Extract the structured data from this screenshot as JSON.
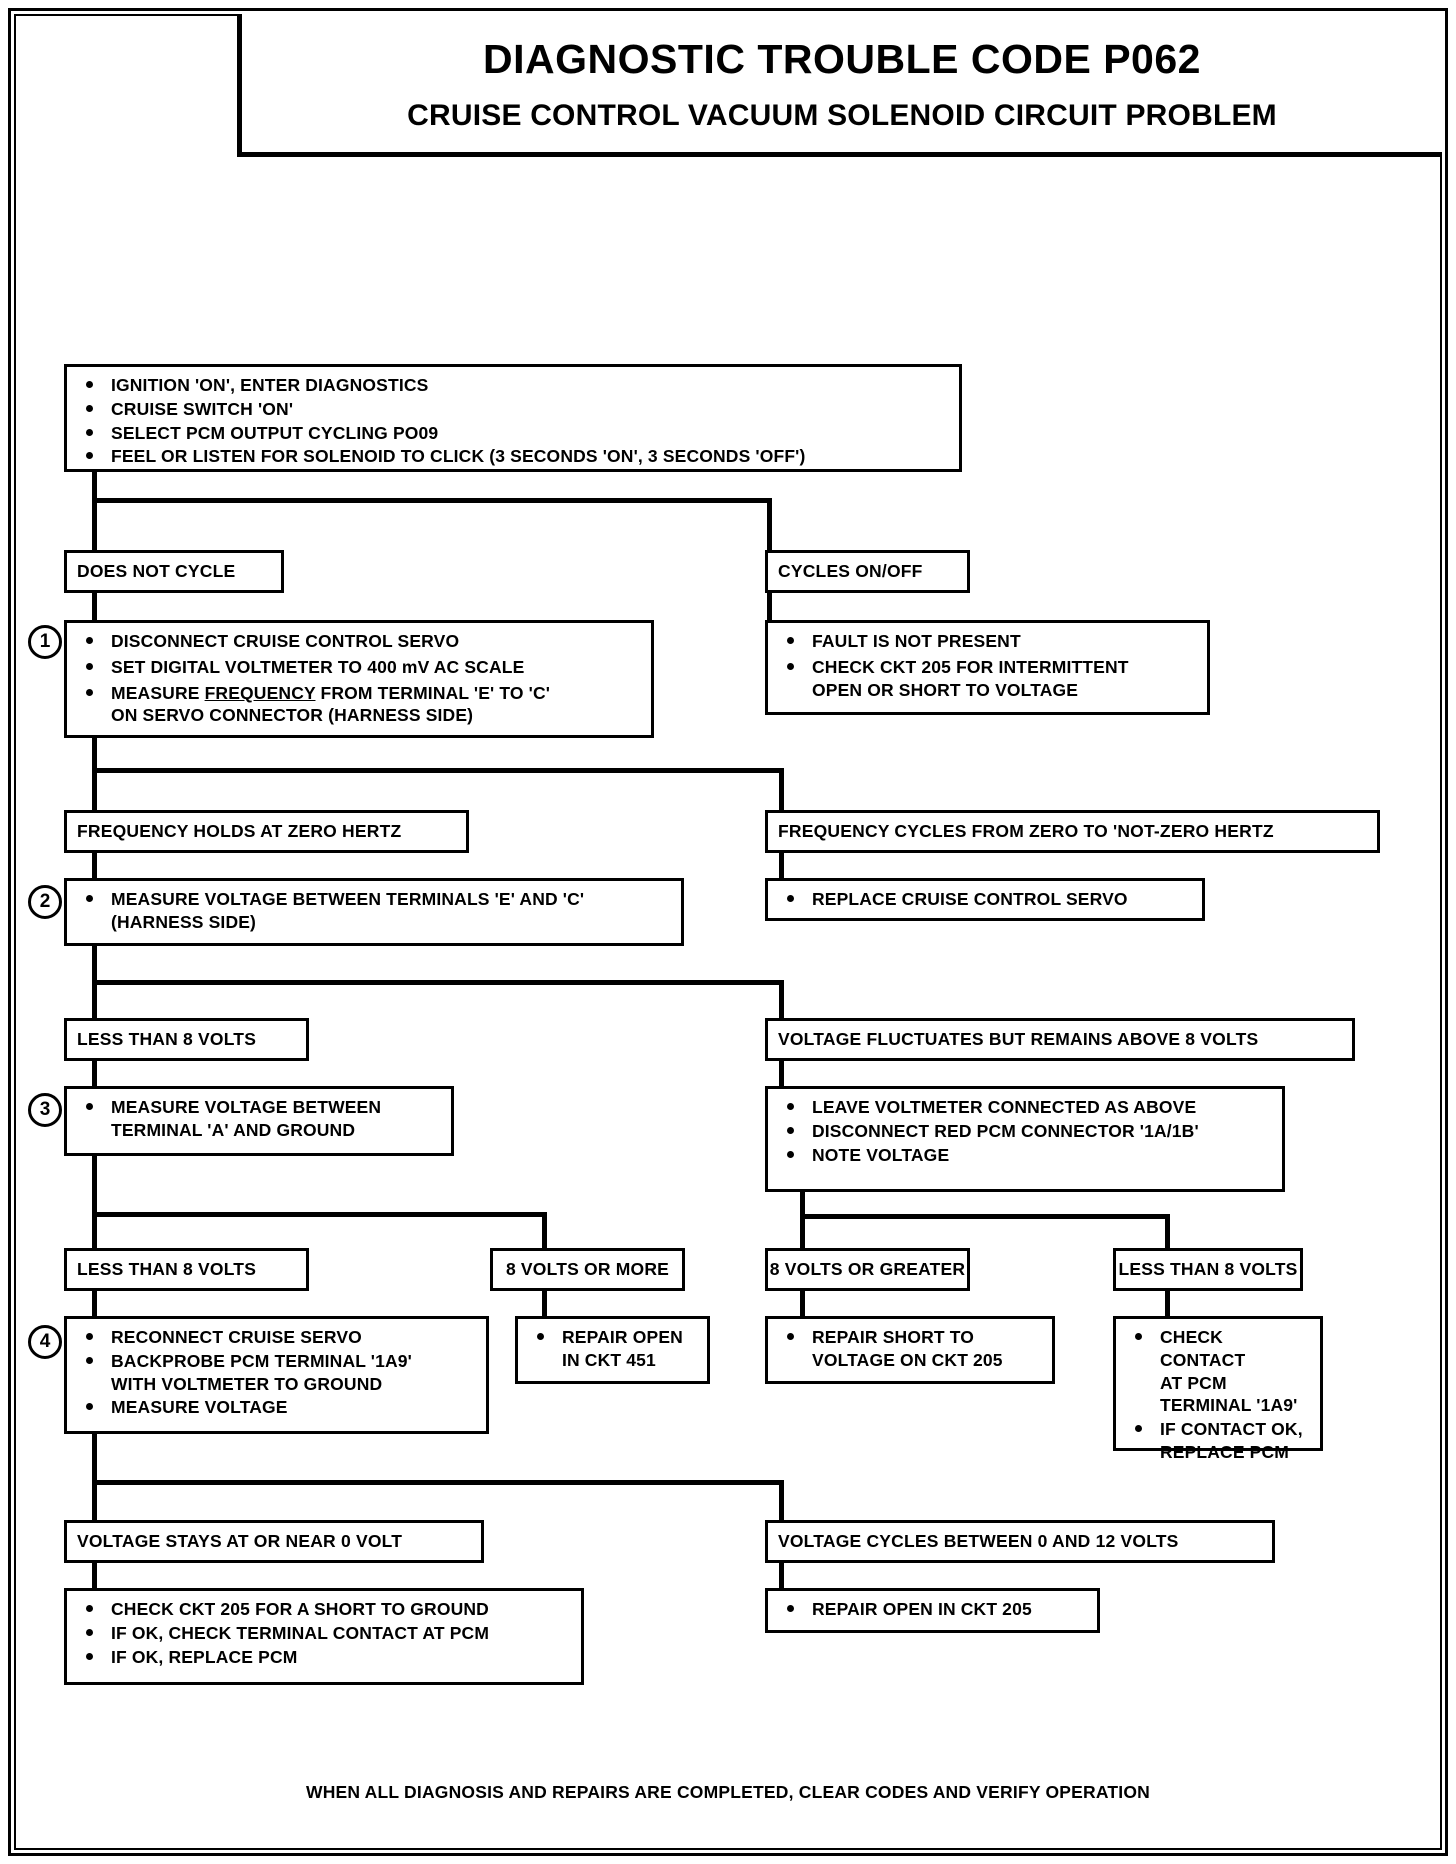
{
  "header": {
    "title": "DIAGNOSTIC TROUBLE CODE P062",
    "subtitle": "CRUISE CONTROL VACUUM SOLENOID CIRCUIT PROBLEM"
  },
  "steps": {
    "n1": "1",
    "n2": "2",
    "n3": "3",
    "n4": "4"
  },
  "intro": {
    "b1": "IGNITION 'ON', ENTER DIAGNOSTICS",
    "b2": "CRUISE SWITCH 'ON'",
    "b3": "SELECT PCM OUTPUT CYCLING PO09",
    "b4": "FEEL OR LISTEN FOR SOLENOID TO CLICK (3 SECONDS 'ON', 3 SECONDS 'OFF')"
  },
  "level1": {
    "left_label": "DOES NOT CYCLE",
    "right_label": "CYCLES ON/OFF",
    "left_b1": "DISCONNECT CRUISE CONTROL SERVO",
    "left_b2": "SET DIGITAL VOLTMETER TO 400 mV AC SCALE",
    "left_b3_pre": "MEASURE ",
    "left_b3_underline": "FREQUENCY",
    "left_b3_post": " FROM TERMINAL 'E' TO 'C'",
    "left_b3_line2": "ON SERVO CONNECTOR (HARNESS SIDE)",
    "right_b1": "FAULT IS NOT PRESENT",
    "right_b2": "CHECK CKT 205 FOR INTERMITTENT",
    "right_b2_line2": "OPEN OR SHORT TO VOLTAGE"
  },
  "level2": {
    "left_label": "FREQUENCY HOLDS AT ZERO HERTZ",
    "right_label": "FREQUENCY CYCLES FROM ZERO TO 'NOT-ZERO HERTZ",
    "left_b1": "MEASURE VOLTAGE BETWEEN TERMINALS 'E' AND 'C'",
    "left_b1_line2": "(HARNESS SIDE)",
    "right_b1": "REPLACE CRUISE CONTROL SERVO"
  },
  "level3": {
    "left_label": "LESS THAN 8 VOLTS",
    "right_label": "VOLTAGE FLUCTUATES BUT REMAINS ABOVE 8 VOLTS",
    "left_b1": "MEASURE VOLTAGE BETWEEN",
    "left_b1_line2": "TERMINAL 'A' AND GROUND",
    "right_b1": "LEAVE VOLTMETER CONNECTED AS ABOVE",
    "right_b2": "DISCONNECT RED PCM CONNECTOR '1A/1B'",
    "right_b3": "NOTE VOLTAGE"
  },
  "level4": {
    "label_a": "LESS THAN 8 VOLTS",
    "label_b": "8 VOLTS OR MORE",
    "label_c": "8 VOLTS OR GREATER",
    "label_d": "LESS THAN 8 VOLTS",
    "box_a_b1": "RECONNECT CRUISE SERVO",
    "box_a_b2": "BACKPROBE PCM TERMINAL '1A9'",
    "box_a_b2_line2": "WITH VOLTMETER TO GROUND",
    "box_a_b3": "MEASURE VOLTAGE",
    "box_b_b1": "REPAIR OPEN",
    "box_b_b1_line2": "IN CKT 451",
    "box_c_b1": "REPAIR SHORT TO",
    "box_c_b1_line2": "VOLTAGE ON CKT 205",
    "box_d_b1": "CHECK CONTACT",
    "box_d_b1_line2": "AT PCM",
    "box_d_b1_line3": "TERMINAL '1A9'",
    "box_d_b2": "IF CONTACT OK,",
    "box_d_b2_line2": "REPLACE PCM"
  },
  "level5": {
    "left_label": "VOLTAGE STAYS AT OR NEAR 0 VOLT",
    "right_label": "VOLTAGE CYCLES BETWEEN 0 AND 12 VOLTS",
    "left_b1": "CHECK CKT 205 FOR A SHORT TO GROUND",
    "left_b2": "IF OK, CHECK TERMINAL CONTACT AT PCM",
    "left_b3": "IF OK, REPLACE PCM",
    "right_b1": "REPAIR OPEN IN CKT 205"
  },
  "footer": {
    "note": "WHEN ALL DIAGNOSIS AND REPAIRS ARE COMPLETED, CLEAR CODES AND VERIFY OPERATION"
  }
}
